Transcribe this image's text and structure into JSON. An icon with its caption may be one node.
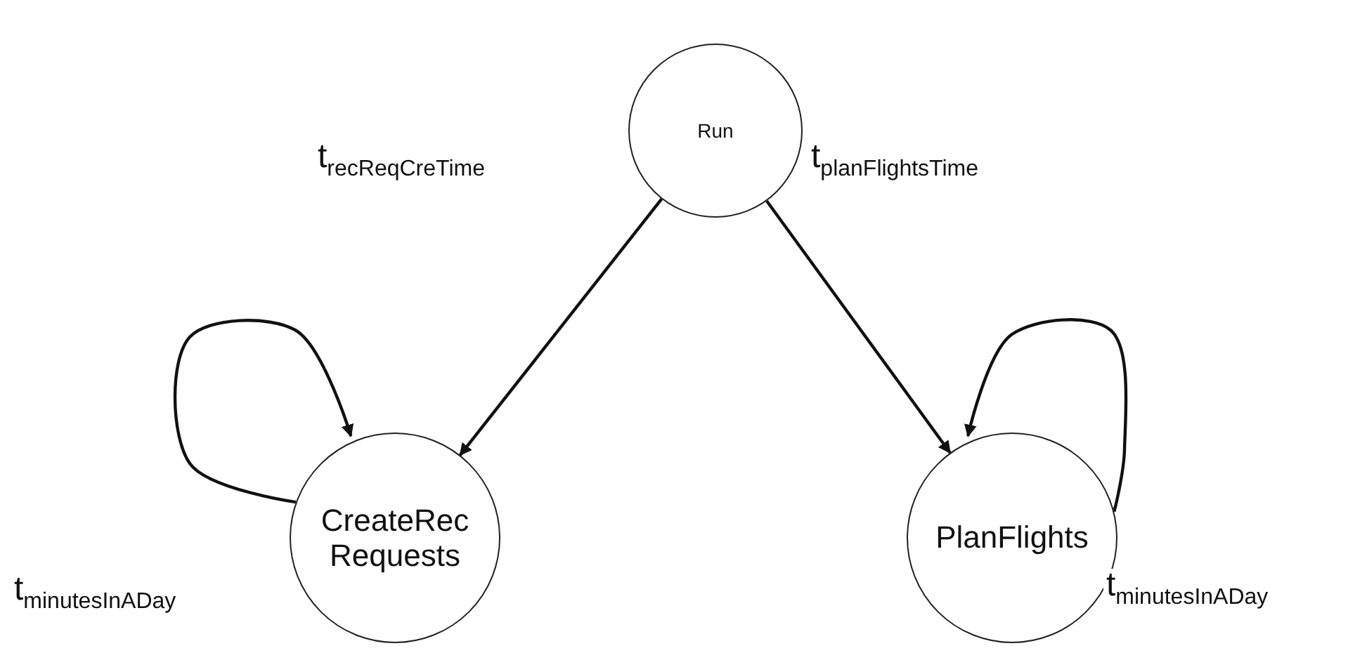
{
  "diagram": {
    "nodes": [
      {
        "text": [
          "Run"
        ]
      },
      {
        "text": [
          "CreateRec Requests"
        ]
      },
      {
        "text": [
          "PlanFlights"
        ]
      }
    ],
    "edges": [
      {
        "from": 0,
        "to": 1,
        "arrow": "to",
        "label": "t$_{recReqCreTime}$"
      },
      {
        "from": 0,
        "to": 2,
        "arrow": "to",
        "label": "t$_{planFlightsTime}$"
      },
      {
        "from": 1,
        "to": 1,
        "arrow": "to",
        "label": "t$_{minutesInADay}$"
      },
      {
        "from": 2,
        "to": 2,
        "arrow": "to",
        "label": "t$_{minutesInADay}$"
      }
    ]
  }
}
